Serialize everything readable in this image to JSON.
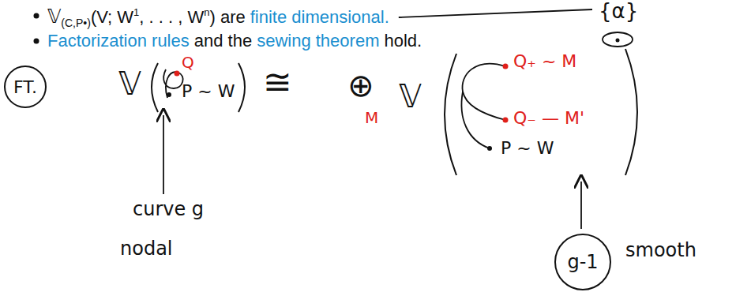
{
  "diagram": {
    "nodes": [
      {
        "text": [
          "FT."
        ]
      },
      {
        "text": [
          "g-1"
        ]
      }
    ],
    "labels": [
      "𝕍",
      "(C,P•)",
      "(V; W",
      "1",
      ", . . . , W",
      "n",
      ") are",
      "finite dimensional.",
      "Factorization rules",
      "and the",
      "sewing theorem",
      "hold.",
      "{α}",
      "Q",
      "P ~ W",
      "𝕍",
      "≅",
      "⊕",
      "M",
      "𝕍",
      "Q₊ ~ M",
      "Q₋ — M'",
      "P ~ W",
      "curve g",
      "nodal",
      "smooth"
    ]
  }
}
